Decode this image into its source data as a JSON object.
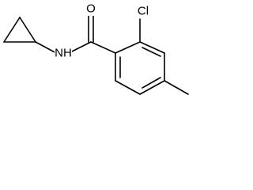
{
  "molecule": {
    "atoms": {
      "oxygen": "O",
      "chlorine": "Cl",
      "amide_nitrogen": "NH"
    },
    "colors": {
      "bond": "#000000",
      "label": "#000000",
      "background": "#ffffff"
    }
  }
}
